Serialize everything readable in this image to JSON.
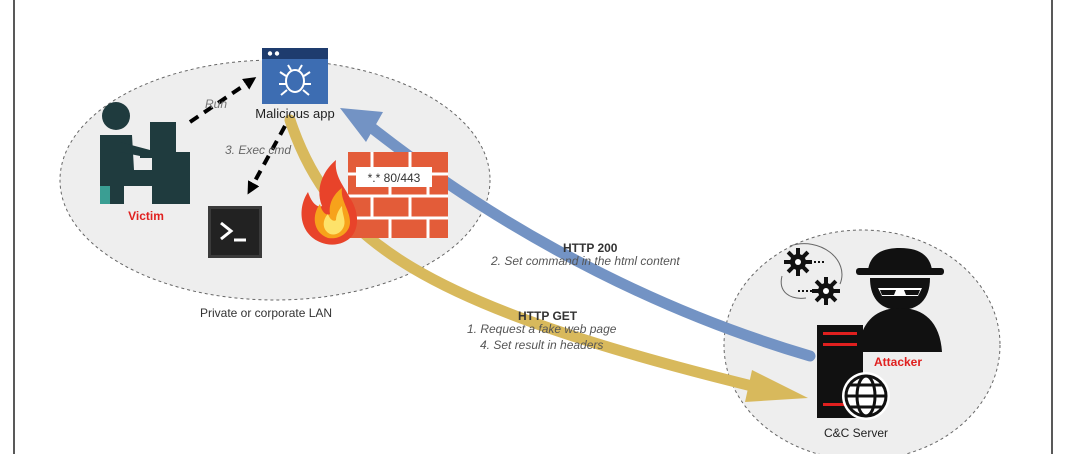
{
  "labels": {
    "run": "Run",
    "malicious_app": "Malicious app",
    "exec_cmd": "3. Exec cmd",
    "victim": "Victim",
    "firewall_rule": "*.* 80/443",
    "lan": "Private or corporate LAN",
    "http200_title": "HTTP 200",
    "http200_desc": "2. Set command in the html content",
    "httpget_title": "HTTP GET",
    "httpget_desc1": "1. Request a fake web page",
    "httpget_desc2": "4. Set result in headers",
    "attacker": "Attacker",
    "cc_server": "C&C Server"
  },
  "colors": {
    "blue_arrow": "#7393c4",
    "gold_arrow": "#d8b95c",
    "victim_red": "#e0201f",
    "attacker_red": "#e0201f",
    "firewall": "#e35c39",
    "icon_teal": "#1f3b3e",
    "app_window": "#3d6db2"
  },
  "icons": [
    "victim-icon",
    "malicious-app-icon",
    "terminal-icon",
    "firewall-icon",
    "flame-icon",
    "attacker-icon",
    "gears-icon",
    "server-icon",
    "globe-icon"
  ]
}
